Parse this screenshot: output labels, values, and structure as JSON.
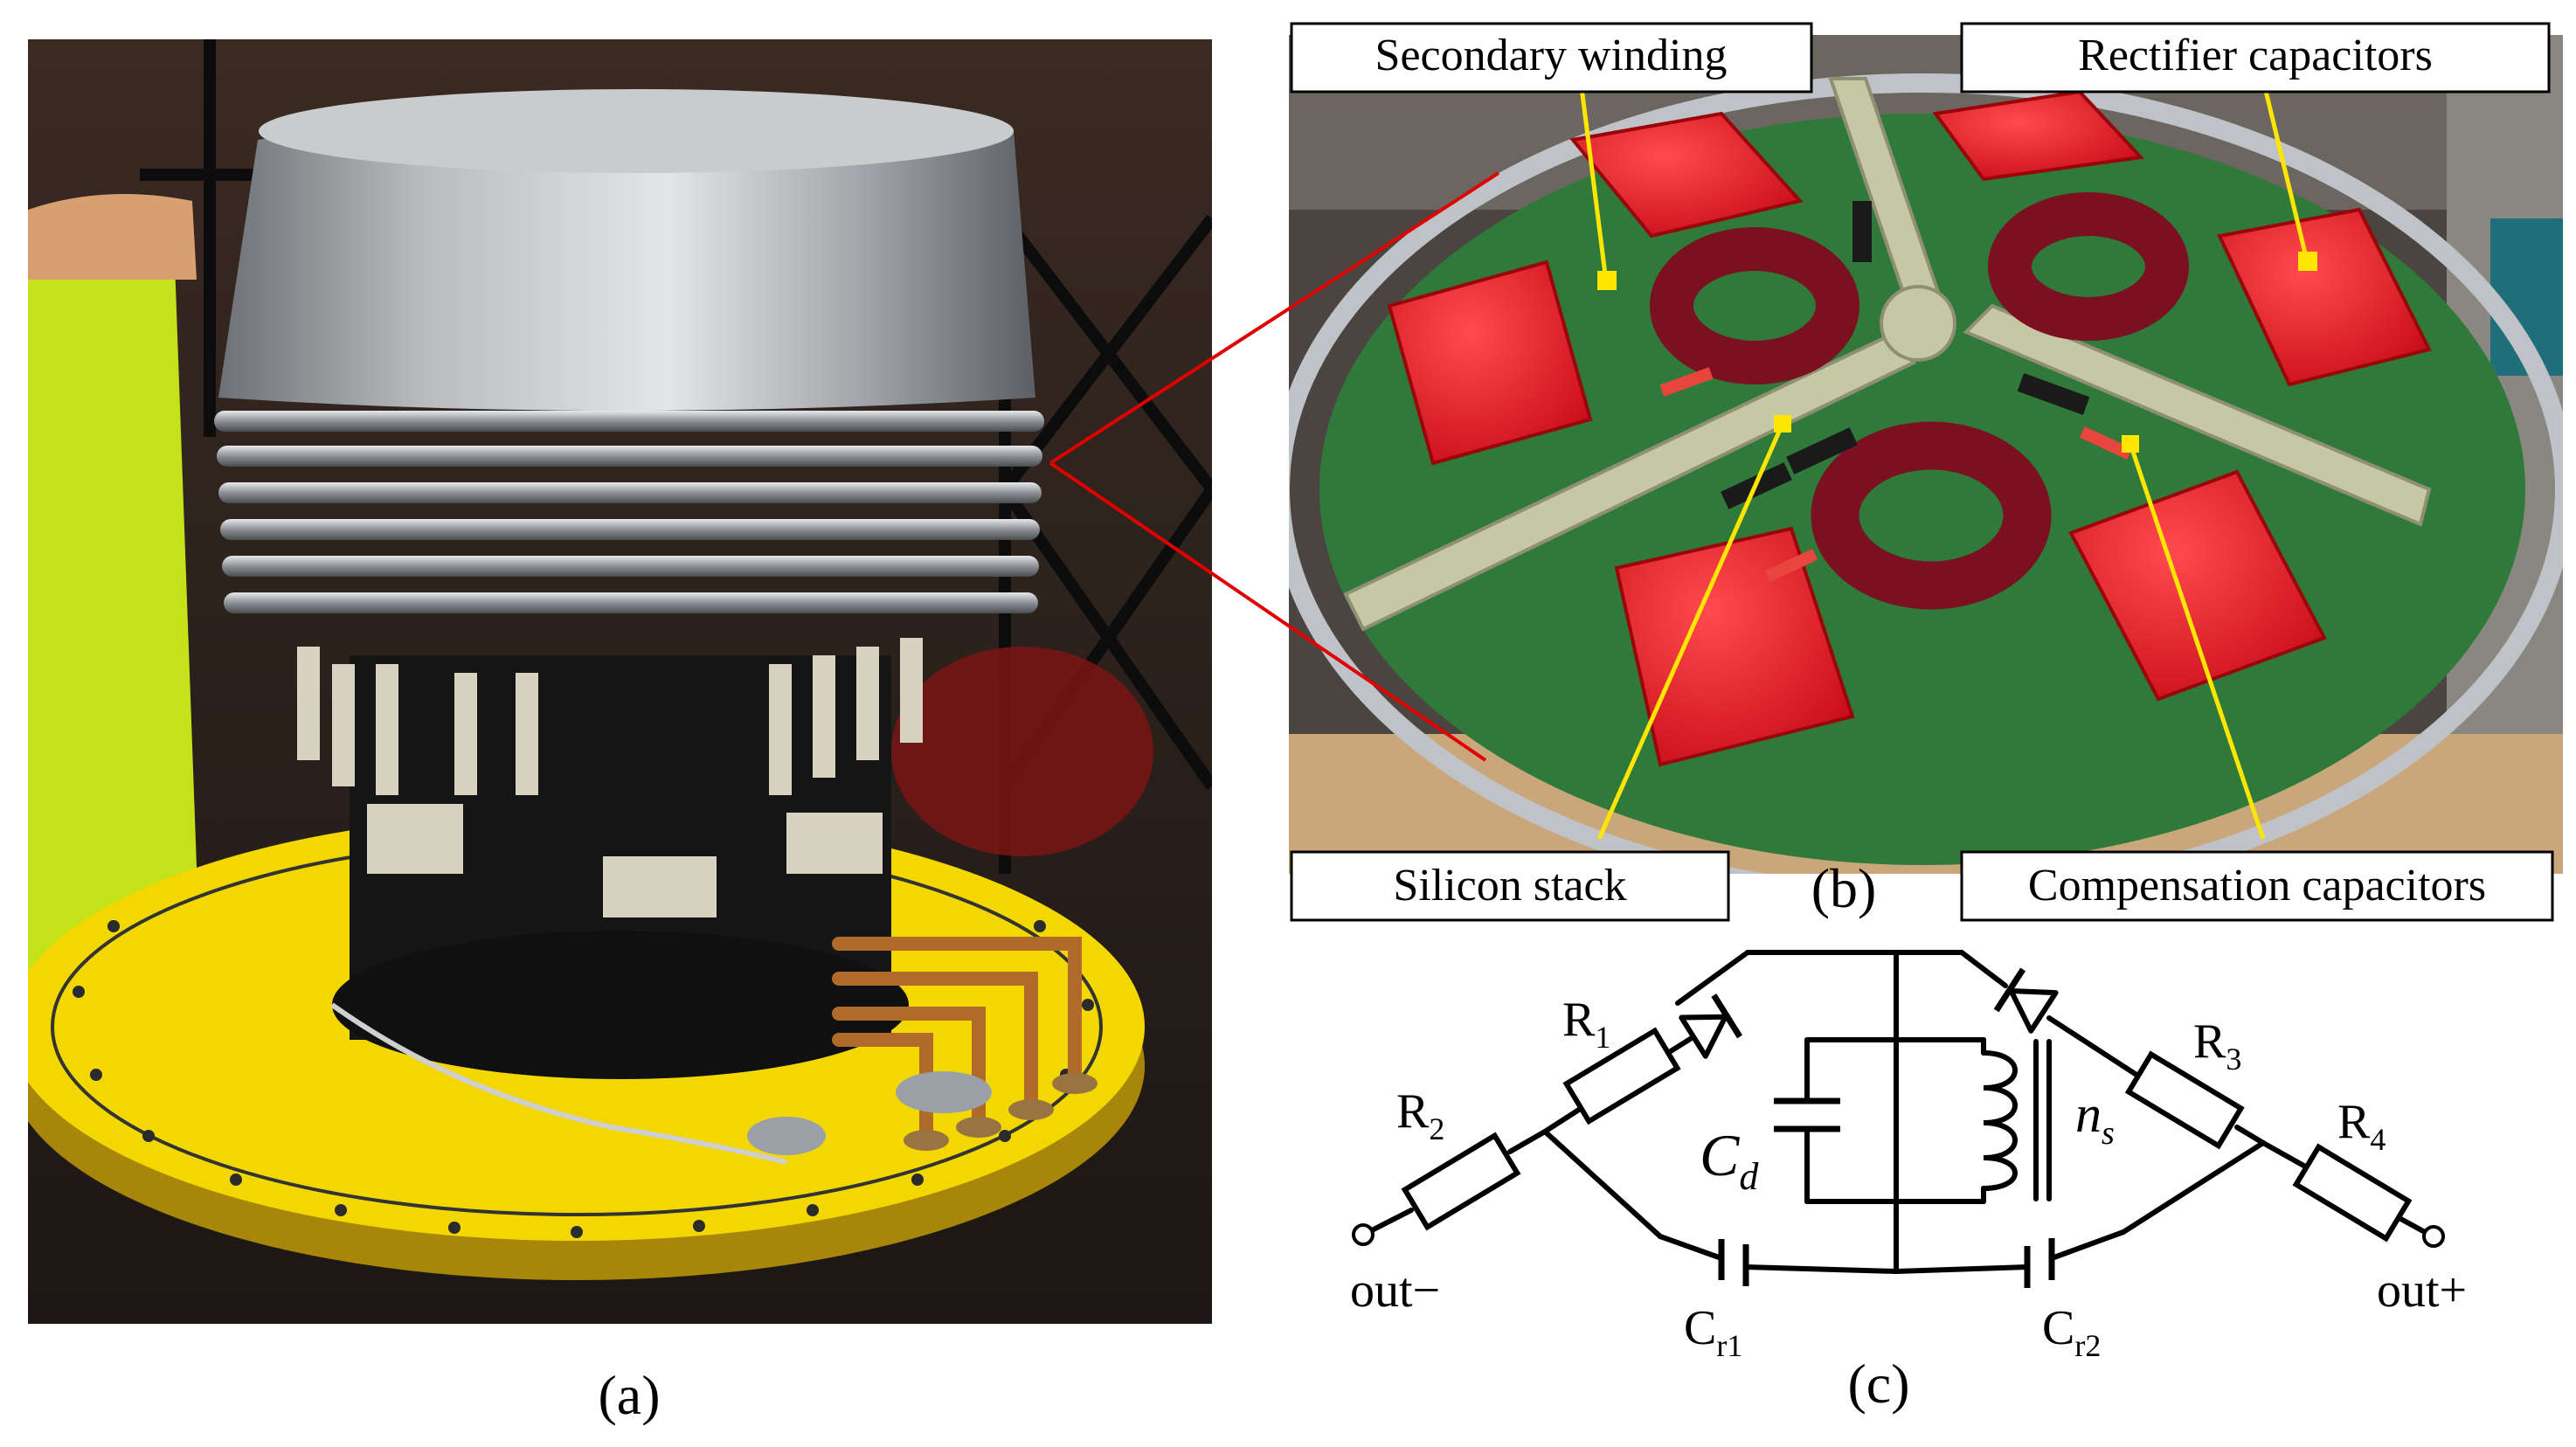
{
  "panels": {
    "a": "(a)",
    "b": "(b)",
    "c": "(c)"
  },
  "callouts": {
    "secondary_winding": "Secondary winding",
    "rectifier_capacitors": "Rectifier capacitors",
    "silicon_stack": "Silicon stack",
    "compensation_capacitors": "Compensation capacitors"
  },
  "circuit": {
    "r1": {
      "main": "R",
      "sub": "1"
    },
    "r2": {
      "main": "R",
      "sub": "2"
    },
    "r3": {
      "main": "R",
      "sub": "3"
    },
    "r4": {
      "main": "R",
      "sub": "4"
    },
    "cd": {
      "main": "C",
      "sub": "d"
    },
    "ns": {
      "main": "n",
      "sub": "s"
    },
    "cr1": {
      "main": "C",
      "sub": "r1"
    },
    "cr2": {
      "main": "C",
      "sub": "r2"
    },
    "out_minus": "out−",
    "out_plus": "out+"
  },
  "colors": {
    "callout_line": "#ffe600",
    "zoom_line": "#e00000",
    "board_green": "#2f7a3a",
    "capacitor_red": "#e0151f",
    "core_maroon": "#7a1020",
    "yellow_base": "#f2d700"
  }
}
